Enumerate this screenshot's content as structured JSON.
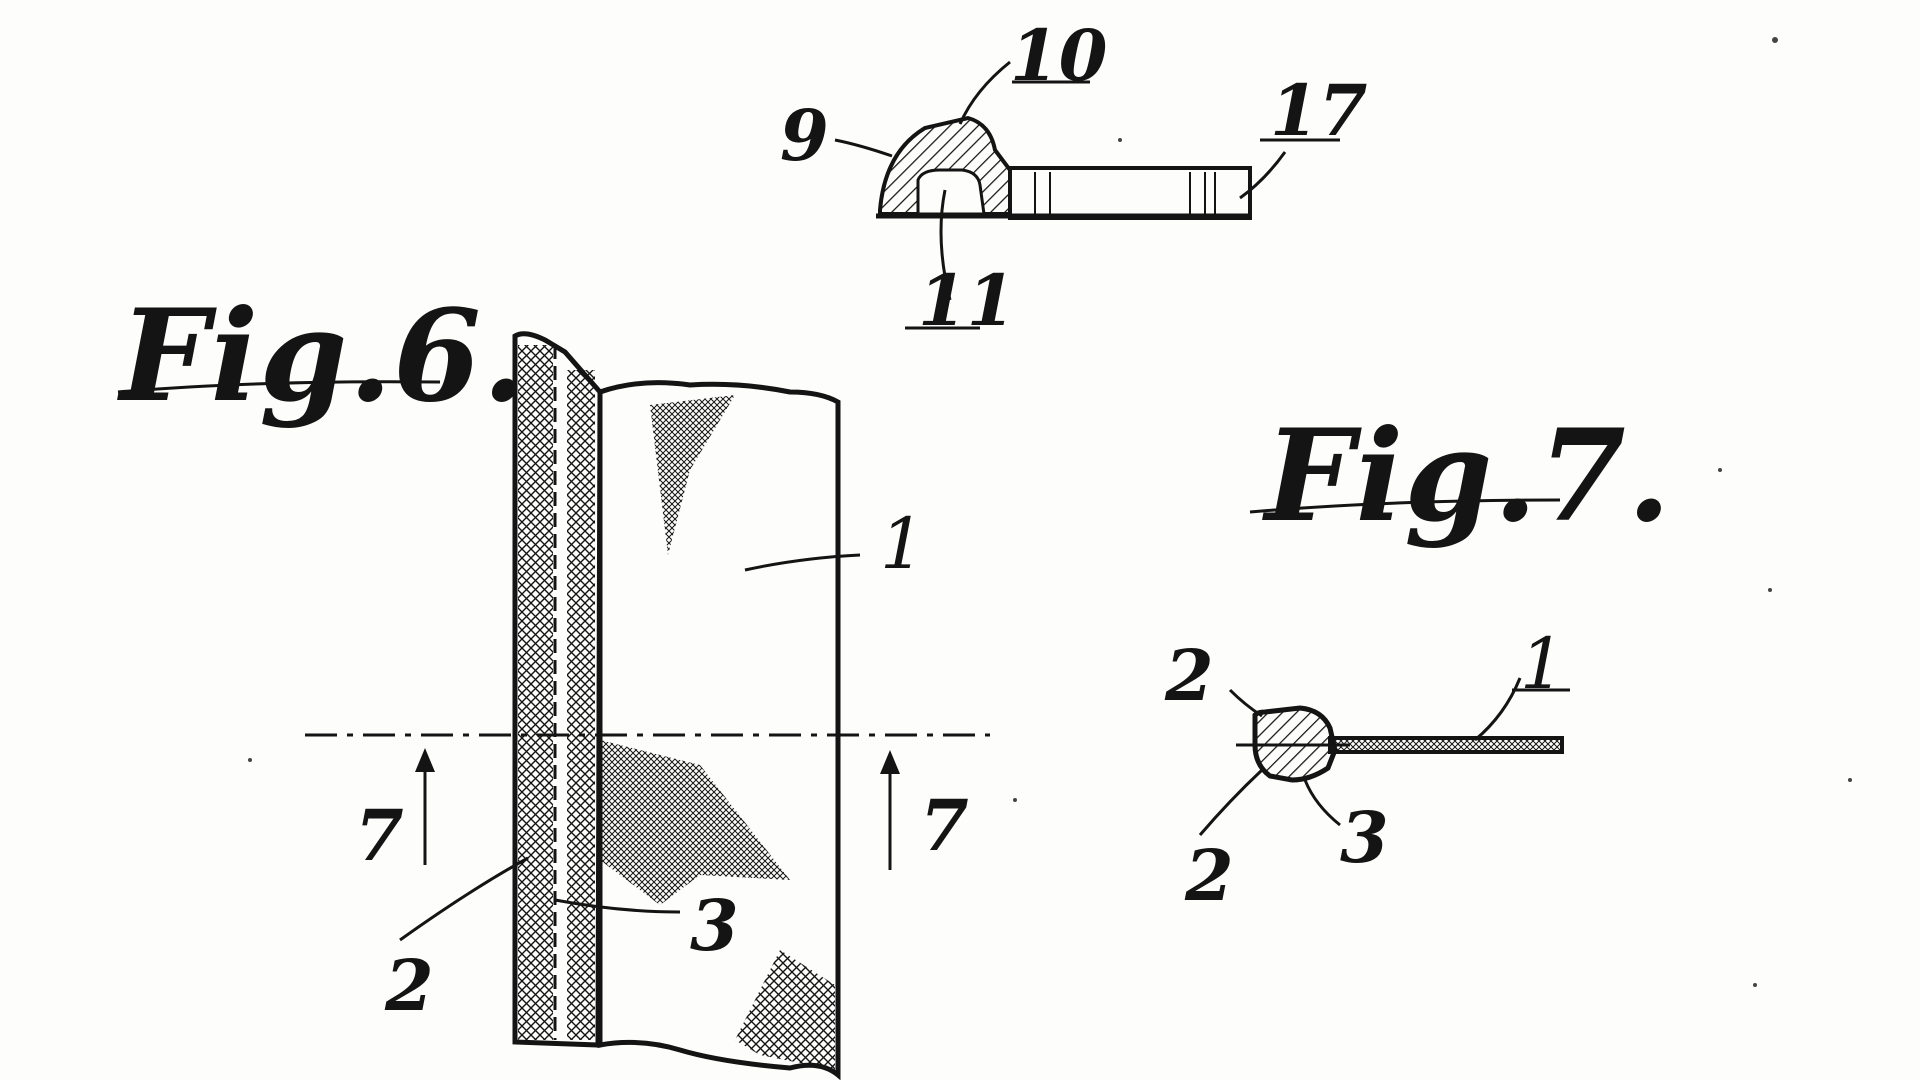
{
  "figures": [
    {
      "title": "Fig.6.",
      "refs": {
        "sheet": "1",
        "edge": "2",
        "seam": "3",
        "section_left": "7",
        "section_right": "7"
      }
    },
    {
      "title": "Fig.7.",
      "refs": {
        "sheet": "1",
        "edge_top": "2",
        "edge_bottom": "2",
        "seam": "3"
      }
    }
  ],
  "top_detail": {
    "refs": {
      "flange": "9",
      "bead": "10",
      "channel": "11",
      "tab_end": "17"
    }
  }
}
